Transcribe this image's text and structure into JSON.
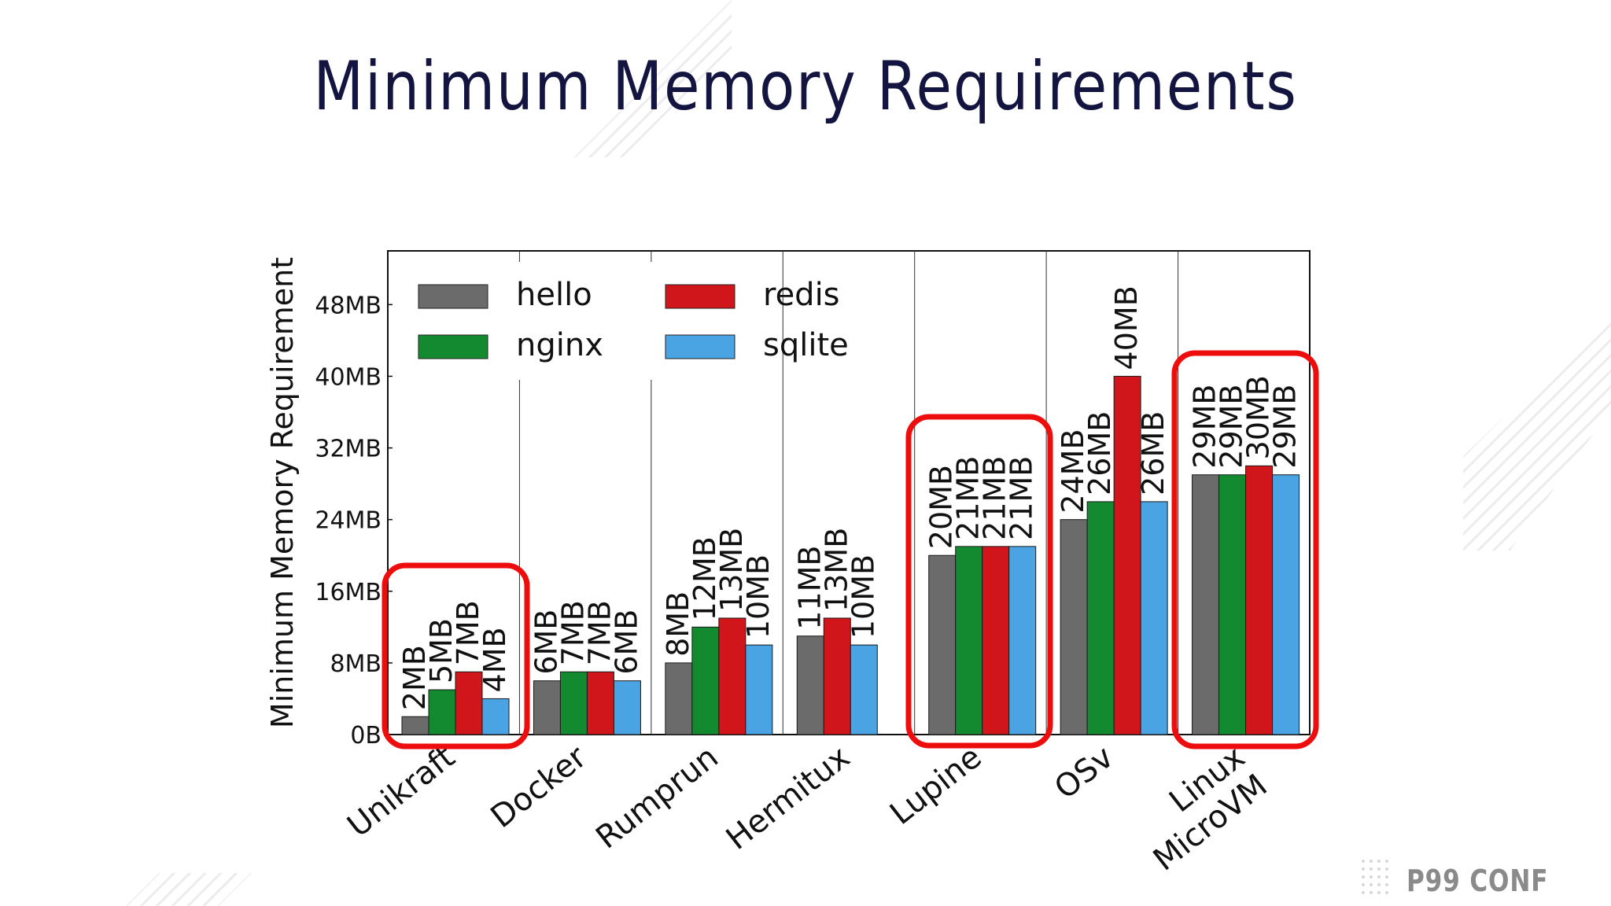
{
  "slide": {
    "title": "Minimum Memory Requirements",
    "brand": "P99 CONF"
  },
  "colors": {
    "title": "#141441",
    "hello": "#6b6b6b",
    "nginx": "#138a2f",
    "redis": "#d0161b",
    "sqlite": "#4aa3e2",
    "highlight": "#ee0d0d"
  },
  "chart_data": {
    "type": "bar",
    "ylabel": "Minimum Memory Requirement",
    "xlabel": "",
    "ylim": [
      0,
      54
    ],
    "yticks": [
      {
        "value": 0,
        "label": "0B"
      },
      {
        "value": 8,
        "label": "8MB"
      },
      {
        "value": 16,
        "label": "16MB"
      },
      {
        "value": 24,
        "label": "24MB"
      },
      {
        "value": 32,
        "label": "32MB"
      },
      {
        "value": 40,
        "label": "40MB"
      },
      {
        "value": 48,
        "label": "48MB"
      }
    ],
    "categories": [
      "Unikraft",
      "Docker",
      "Rumprun",
      "Hermitux",
      "Lupine",
      "OSv",
      "Linux\nMicroVM"
    ],
    "series": [
      {
        "name": "hello",
        "color": "#6b6b6b",
        "values": [
          2,
          6,
          8,
          11,
          20,
          24,
          29
        ]
      },
      {
        "name": "nginx",
        "color": "#138a2f",
        "values": [
          5,
          7,
          12,
          null,
          21,
          26,
          29
        ]
      },
      {
        "name": "redis",
        "color": "#d0161b",
        "values": [
          7,
          7,
          13,
          13,
          21,
          40,
          30
        ]
      },
      {
        "name": "sqlite",
        "color": "#4aa3e2",
        "values": [
          4,
          6,
          10,
          10,
          21,
          26,
          29
        ]
      }
    ],
    "data_labels": [
      [
        "2MB",
        "5MB",
        "7MB",
        "4MB"
      ],
      [
        "6MB",
        "7MB",
        "7MB",
        "6MB"
      ],
      [
        "8MB",
        "12MB",
        "13MB",
        "10MB"
      ],
      [
        "11MB",
        null,
        "13MB",
        "10MB"
      ],
      [
        "20MB",
        "21MB",
        "21MB",
        "21MB"
      ],
      [
        "24MB",
        "26MB",
        "40MB",
        "26MB"
      ],
      [
        "29MB",
        "29MB",
        "30MB",
        "29MB"
      ]
    ],
    "legend_position": "top-left",
    "grid": "vertical separators between groups",
    "highlighted_categories": [
      "Unikraft",
      "Lupine",
      "Linux\nMicroVM"
    ]
  }
}
